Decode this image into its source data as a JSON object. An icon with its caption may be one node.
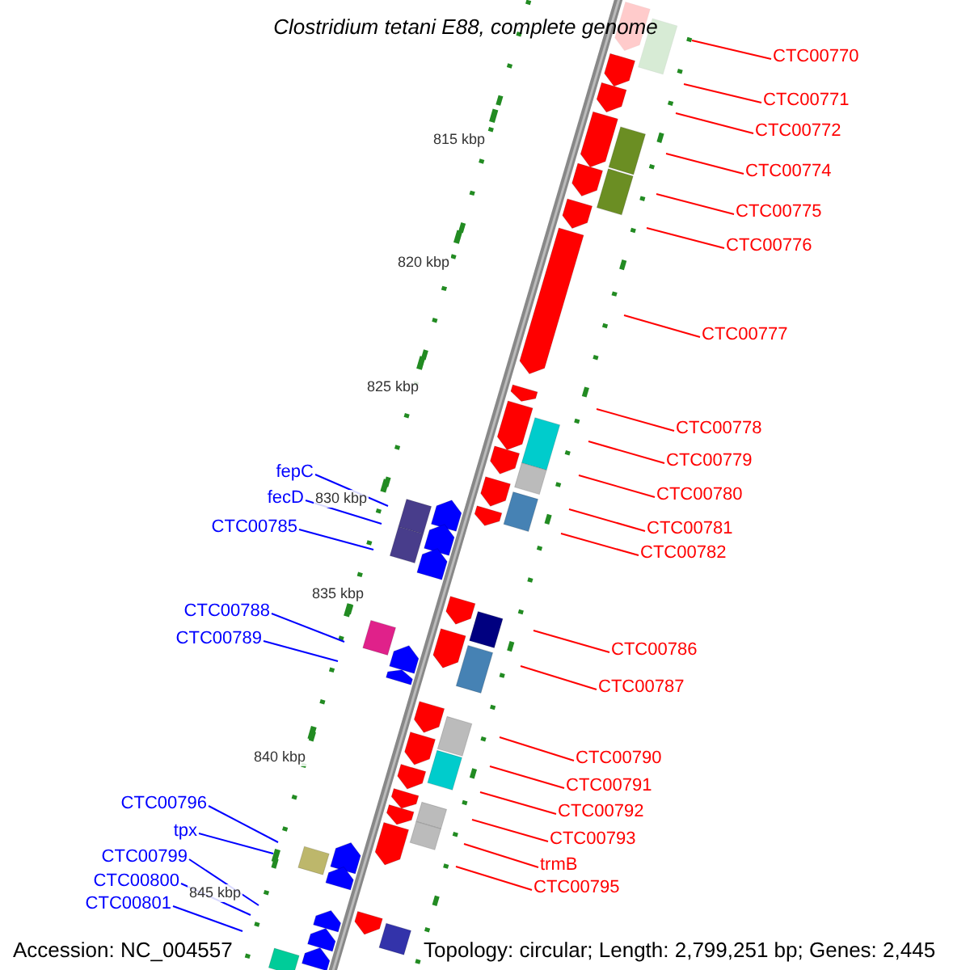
{
  "diagram": {
    "title": "Clostridium tetani E88, complete genome",
    "nodes": [
      {
        "text": [
          "CTC00770"
        ]
      },
      {
        "text": [
          "CTC00771"
        ]
      },
      {
        "text": [
          "CTC00772"
        ]
      },
      {
        "text": [
          "CTC00774"
        ]
      },
      {
        "text": [
          "CTC00775"
        ]
      },
      {
        "text": [
          "CTC00776"
        ]
      },
      {
        "text": [
          "CTC00777"
        ]
      },
      {
        "text": [
          "CTC00778"
        ]
      },
      {
        "text": [
          "CTC00779"
        ]
      },
      {
        "text": [
          "CTC00780"
        ]
      },
      {
        "text": [
          "CTC00781"
        ]
      },
      {
        "text": [
          "CTC00782"
        ]
      },
      {
        "text": [
          "CTC00786"
        ]
      },
      {
        "text": [
          "CTC00787"
        ]
      },
      {
        "text": [
          "CTC00790"
        ]
      },
      {
        "text": [
          "CTC00791"
        ]
      },
      {
        "text": [
          "CTC00792"
        ]
      },
      {
        "text": [
          "CTC00793"
        ]
      },
      {
        "text": [
          "trmB"
        ]
      },
      {
        "text": [
          "CTC00795"
        ]
      },
      {
        "text": [
          "fepC"
        ]
      },
      {
        "text": [
          "fecD"
        ]
      },
      {
        "text": [
          "CTC00785"
        ]
      },
      {
        "text": [
          "CTC00788"
        ]
      },
      {
        "text": [
          "CTC00789"
        ]
      },
      {
        "text": [
          "CTC00796"
        ]
      },
      {
        "text": [
          "tpx"
        ]
      },
      {
        "text": [
          "CTC00799"
        ]
      },
      {
        "text": [
          "CTC00800"
        ]
      },
      {
        "text": [
          "CTC00801"
        ]
      }
    ],
    "edges": [
      {
        "from": 0,
        "to": null,
        "arrow": "none"
      },
      {
        "from": 1,
        "to": null,
        "arrow": "none"
      },
      {
        "from": 2,
        "to": null,
        "arrow": "none"
      },
      {
        "from": 3,
        "to": null,
        "arrow": "none"
      },
      {
        "from": 4,
        "to": null,
        "arrow": "none"
      },
      {
        "from": 5,
        "to": null,
        "arrow": "none"
      },
      {
        "from": 6,
        "to": null,
        "arrow": "none"
      },
      {
        "from": 7,
        "to": null,
        "arrow": "none"
      },
      {
        "from": 8,
        "to": null,
        "arrow": "none"
      },
      {
        "from": 9,
        "to": null,
        "arrow": "none"
      },
      {
        "from": 10,
        "to": null,
        "arrow": "none"
      },
      {
        "from": 11,
        "to": null,
        "arrow": "none"
      },
      {
        "from": 12,
        "to": null,
        "arrow": "none"
      },
      {
        "from": 13,
        "to": null,
        "arrow": "none"
      },
      {
        "from": 14,
        "to": null,
        "arrow": "none"
      },
      {
        "from": 15,
        "to": null,
        "arrow": "none"
      },
      {
        "from": 16,
        "to": null,
        "arrow": "none"
      },
      {
        "from": 17,
        "to": null,
        "arrow": "none"
      },
      {
        "from": 18,
        "to": null,
        "arrow": "none"
      },
      {
        "from": 19,
        "to": null,
        "arrow": "none"
      },
      {
        "from": 20,
        "to": null,
        "arrow": "none",
        "color": "#0000ff"
      },
      {
        "from": 21,
        "to": null,
        "arrow": "none",
        "color": "#0000ff"
      },
      {
        "from": 22,
        "to": null,
        "arrow": "none",
        "color": "#0000ff"
      },
      {
        "from": 23,
        "to": null,
        "arrow": "none",
        "color": "#0000ff"
      },
      {
        "from": 24,
        "to": null,
        "arrow": "none",
        "color": "#0000ff"
      },
      {
        "from": 25,
        "to": null,
        "arrow": "none",
        "color": "#0000ff"
      },
      {
        "from": 26,
        "to": null,
        "arrow": "none",
        "color": "#0000ff"
      },
      {
        "from": 27,
        "to": null,
        "arrow": "none",
        "color": "#0000ff"
      },
      {
        "from": 28,
        "to": null,
        "arrow": "none",
        "color": "#0000ff"
      },
      {
        "from": 29,
        "to": null,
        "arrow": "none",
        "color": "#0000ff"
      }
    ],
    "labels": [
      "815 kbp",
      "820 kbp",
      "825 kbp",
      "830 kbp",
      "835 kbp",
      "840 kbp",
      "845 kbp",
      "Accession: NC_004557",
      "Topology: circular; Length: 2,799,251 bp; Genes: 2,445"
    ]
  }
}
